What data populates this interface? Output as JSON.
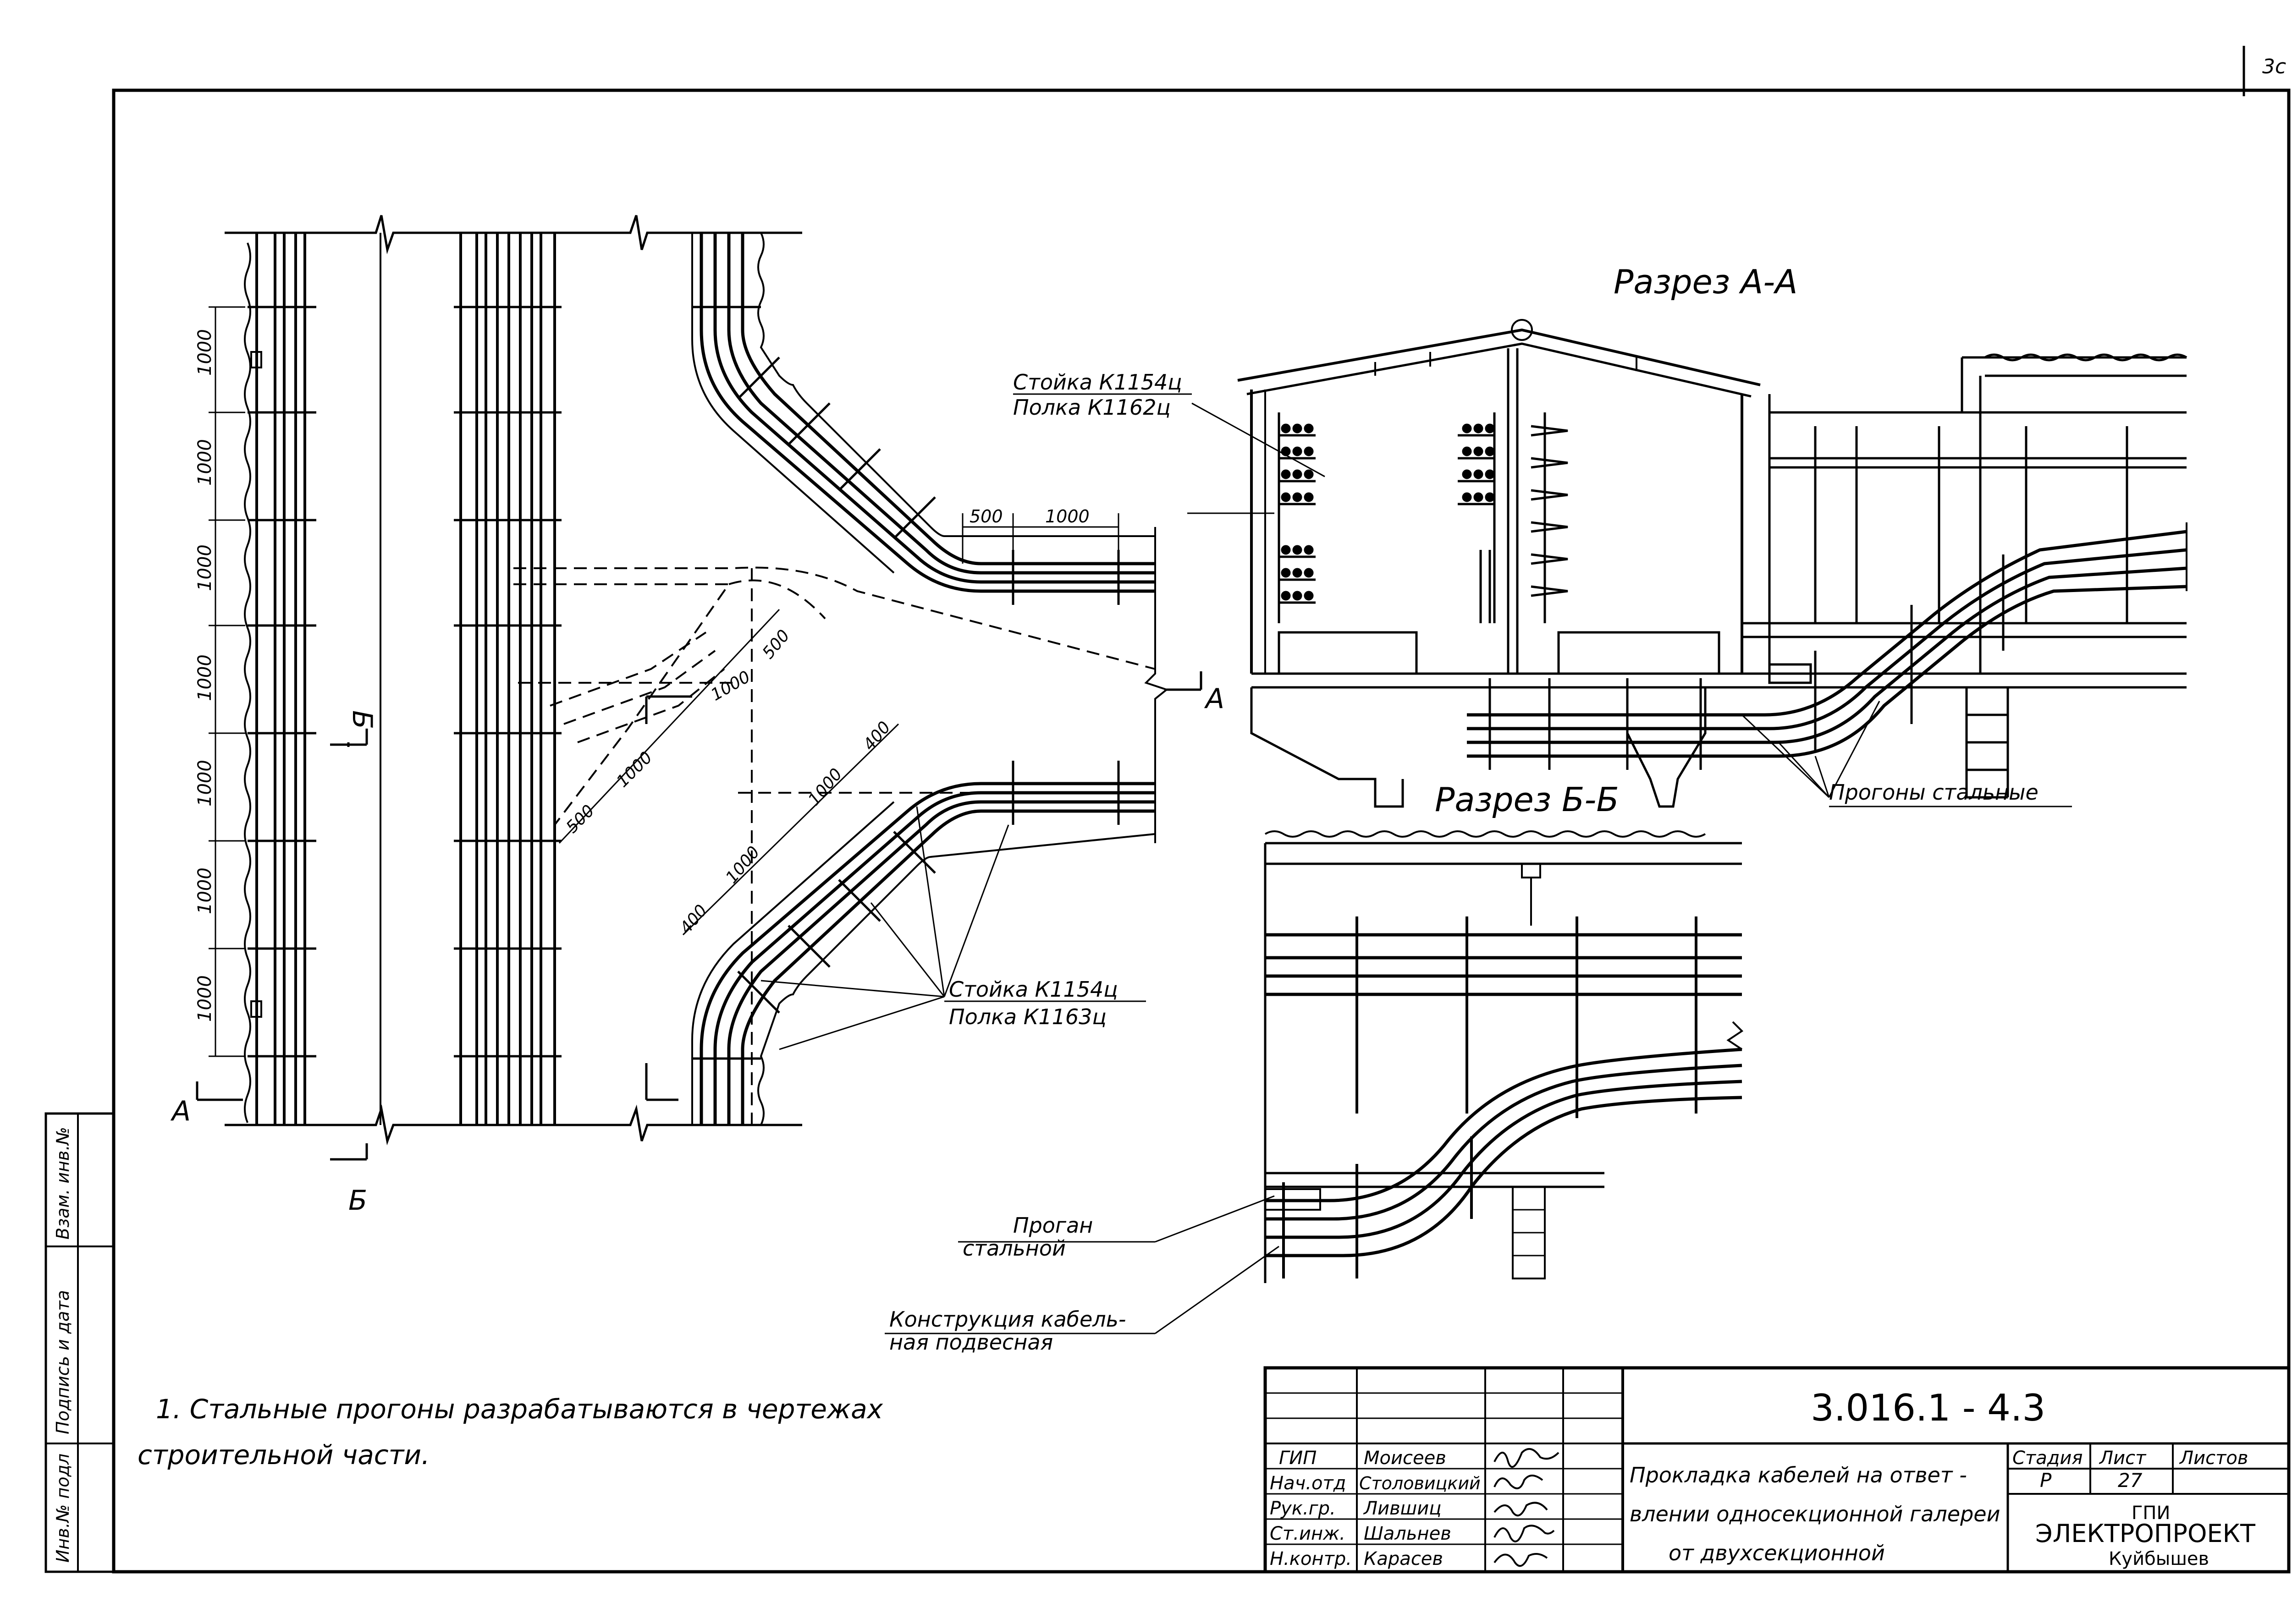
{
  "corner_mark": "3c",
  "plan": {
    "dims_left": [
      "1000",
      "1000",
      "1000",
      "1000",
      "1000",
      "1000",
      "1000"
    ],
    "dims_upper_branch": [
      "500",
      "1000"
    ],
    "dims_diag_upper": [
      "500",
      "1000"
    ],
    "dims_diag_lower": [
      "1000",
      "500"
    ],
    "dims_lower_branch": [
      "400",
      "1000",
      "1000",
      "400"
    ],
    "section_a_left": "A",
    "section_a_right": "A",
    "section_b_top": "Б",
    "section_b_bottom": "Б"
  },
  "labels": {
    "upper_stand": "Стойка  К1154ц",
    "upper_shelf": "Полка  К1162ц",
    "lower_stand": "Стойка  К1154ц",
    "lower_shelf": "Полка  К1163ц",
    "purlins_steel": "Прогоны стальные",
    "purlin_steel_1": "Проган",
    "purlin_steel_2": "стальной",
    "hanging_1": "Конструкция кабель-",
    "hanging_2": "ная  подвесная"
  },
  "sections": {
    "aa_title": "Разрез  А-А",
    "bb_title": "Разрез  Б-Б"
  },
  "note": {
    "line1": "1. Стальные     прогоны   разрабатываются    в  чертежах",
    "line2": "строительной       части."
  },
  "side_stamp": [
    "Инв.№ подл",
    "Подпись и дата",
    "Взам. инв.№"
  ],
  "title_block": {
    "code": "3.016.1 - 4.3",
    "title_lines": [
      "Прокладка  кабелей на ответ -",
      "влении  односекционной галереи",
      "от  двухсекционной"
    ],
    "roles": [
      "ГИП",
      "Нач.отд",
      "Рук.гр.",
      "Ст.инж.",
      "Н.контр."
    ],
    "names": [
      "Моисеев",
      "Столовицкий",
      "Лившиц",
      "Шальнев",
      "Карасев"
    ],
    "stage_label": "Стадия",
    "sheet_label": "Лист",
    "sheets_label": "Листов",
    "stage_value": "Р",
    "sheet_value": "27",
    "org_line1": "ГПИ",
    "org_line2": "ЭЛЕКТРОПРОЕКТ",
    "org_line3": "Куйбышев"
  }
}
